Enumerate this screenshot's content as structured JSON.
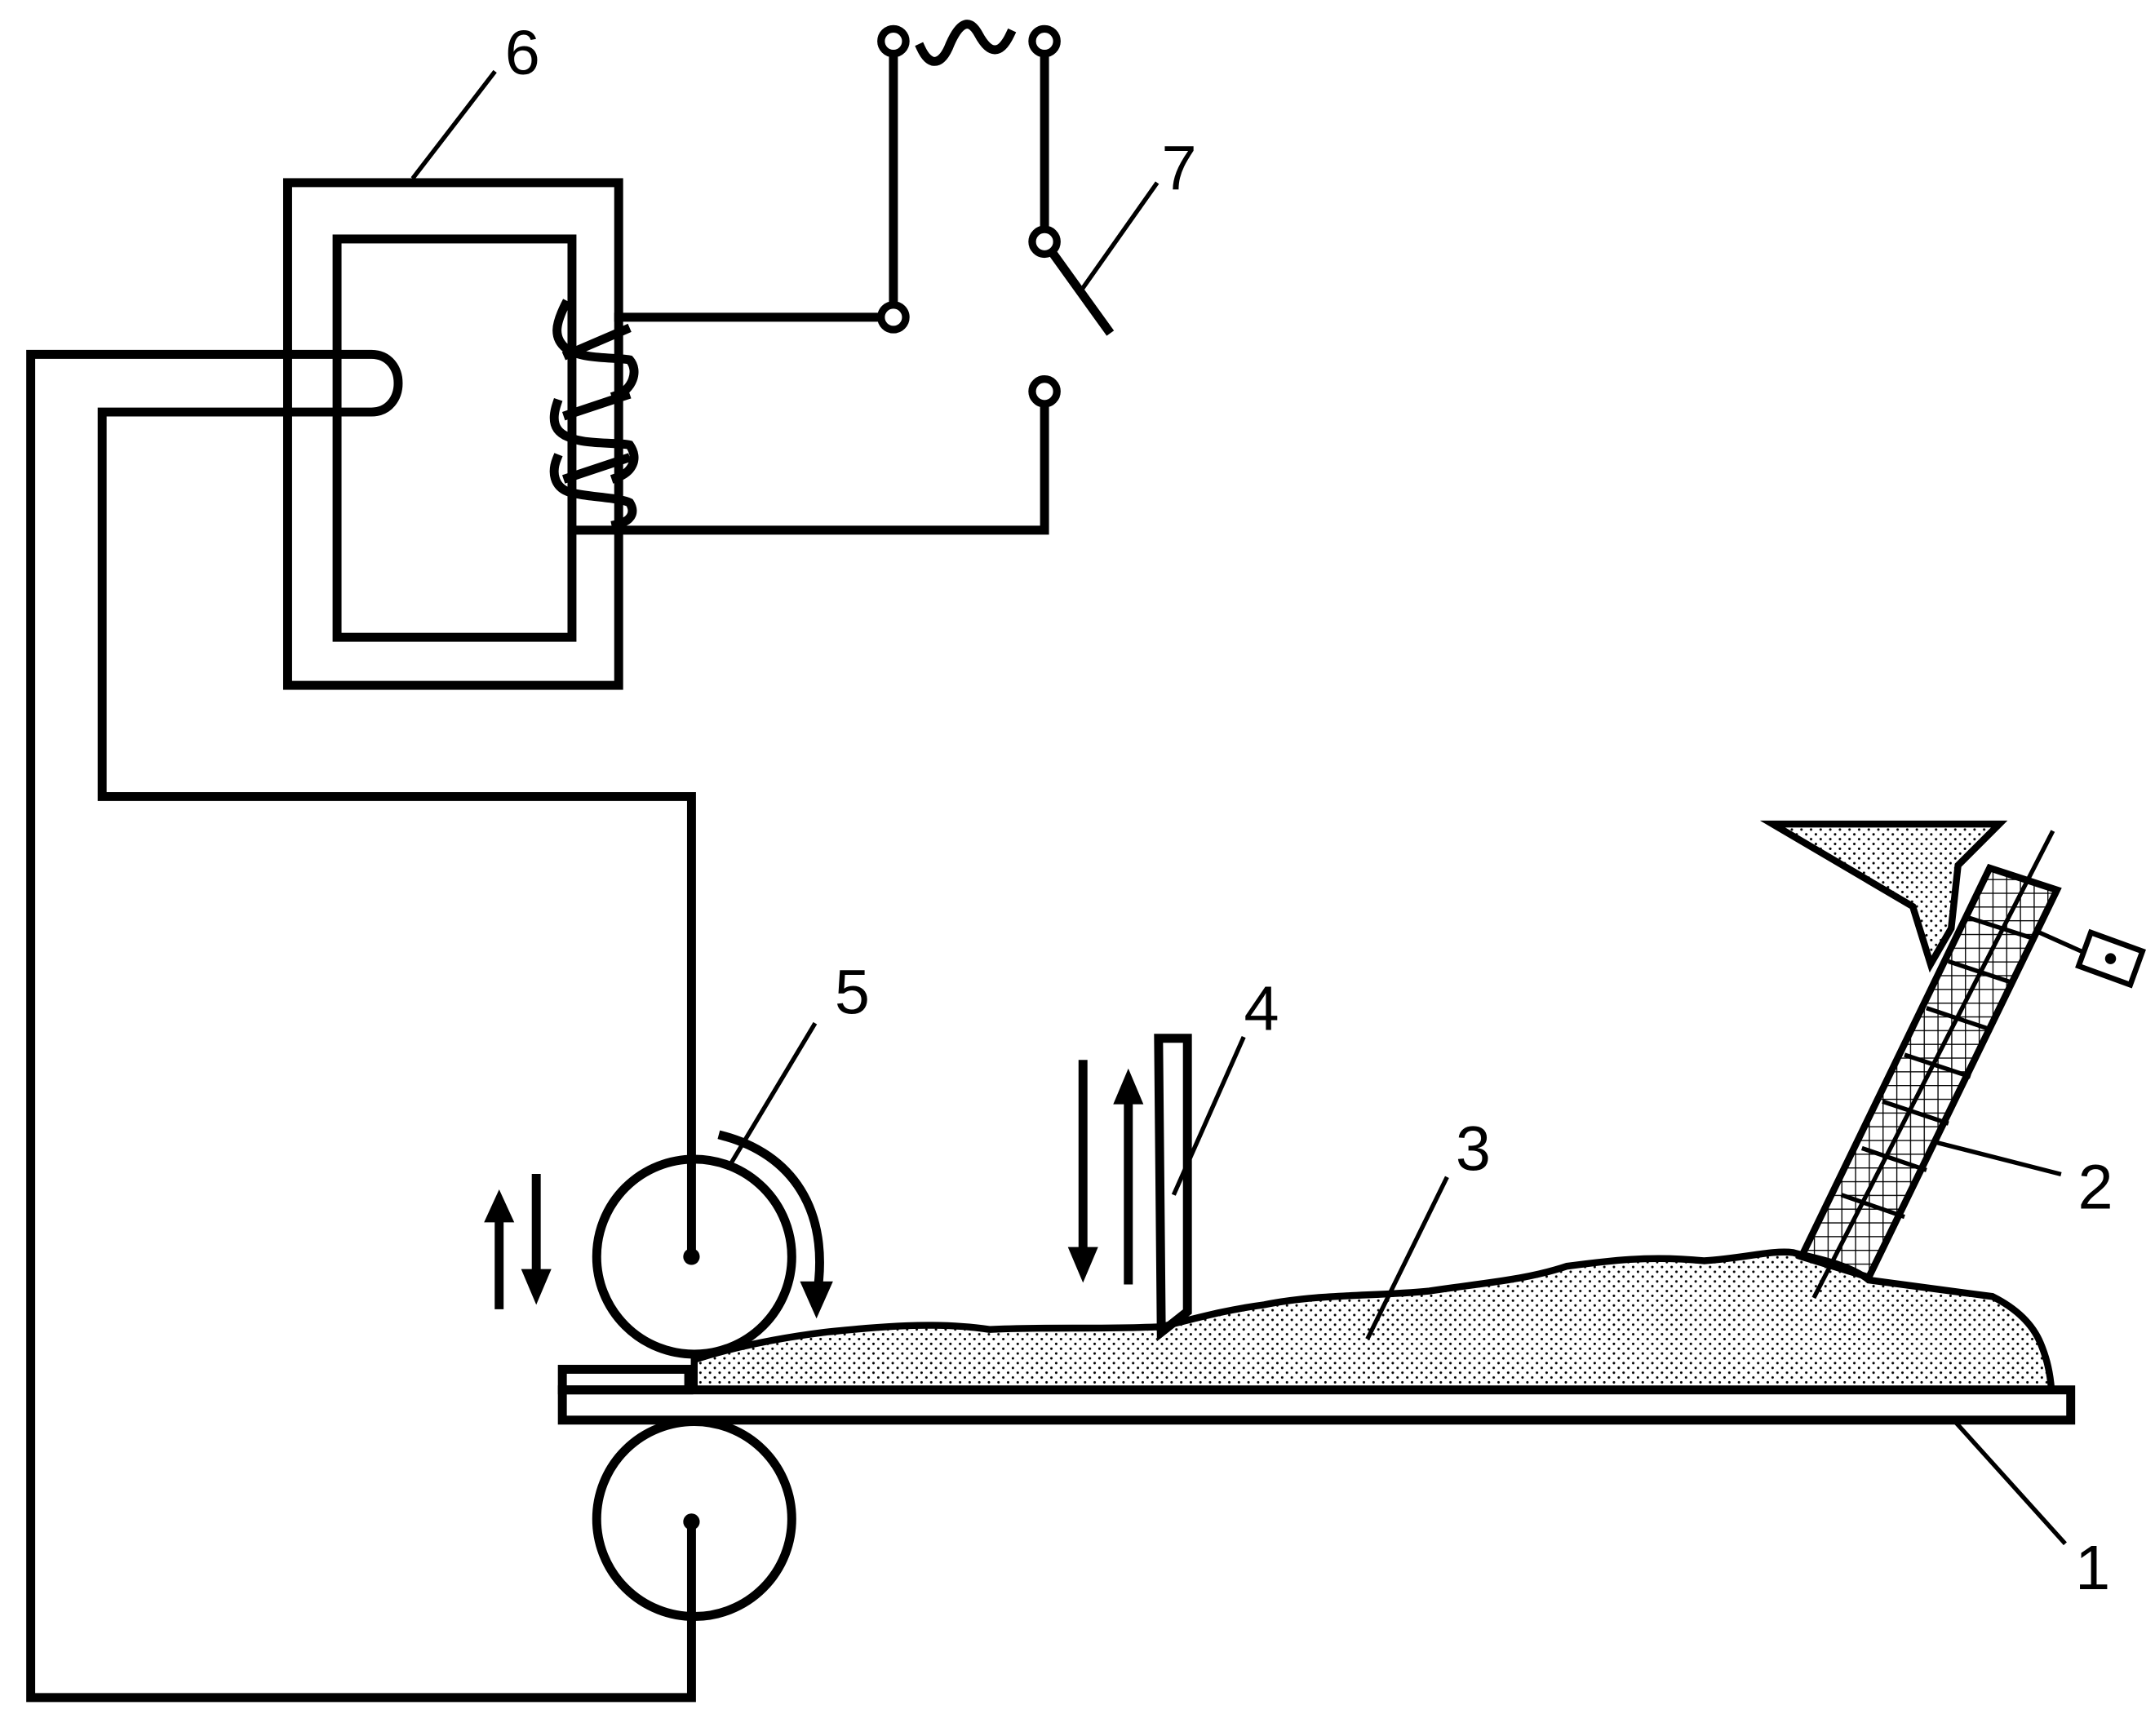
{
  "figure": {
    "labels": {
      "belt": "1",
      "feeder": "2",
      "powder_layer": "3",
      "blade": "4",
      "roller": "5",
      "transformer": "6",
      "switch": "7"
    },
    "ac_source_symbol": "~",
    "colors": {
      "line": "#000000",
      "background": "#ffffff"
    },
    "icons": {
      "rotation": "curved-arrow-icon",
      "vertical_motion": "up-down-arrows-icon"
    }
  }
}
